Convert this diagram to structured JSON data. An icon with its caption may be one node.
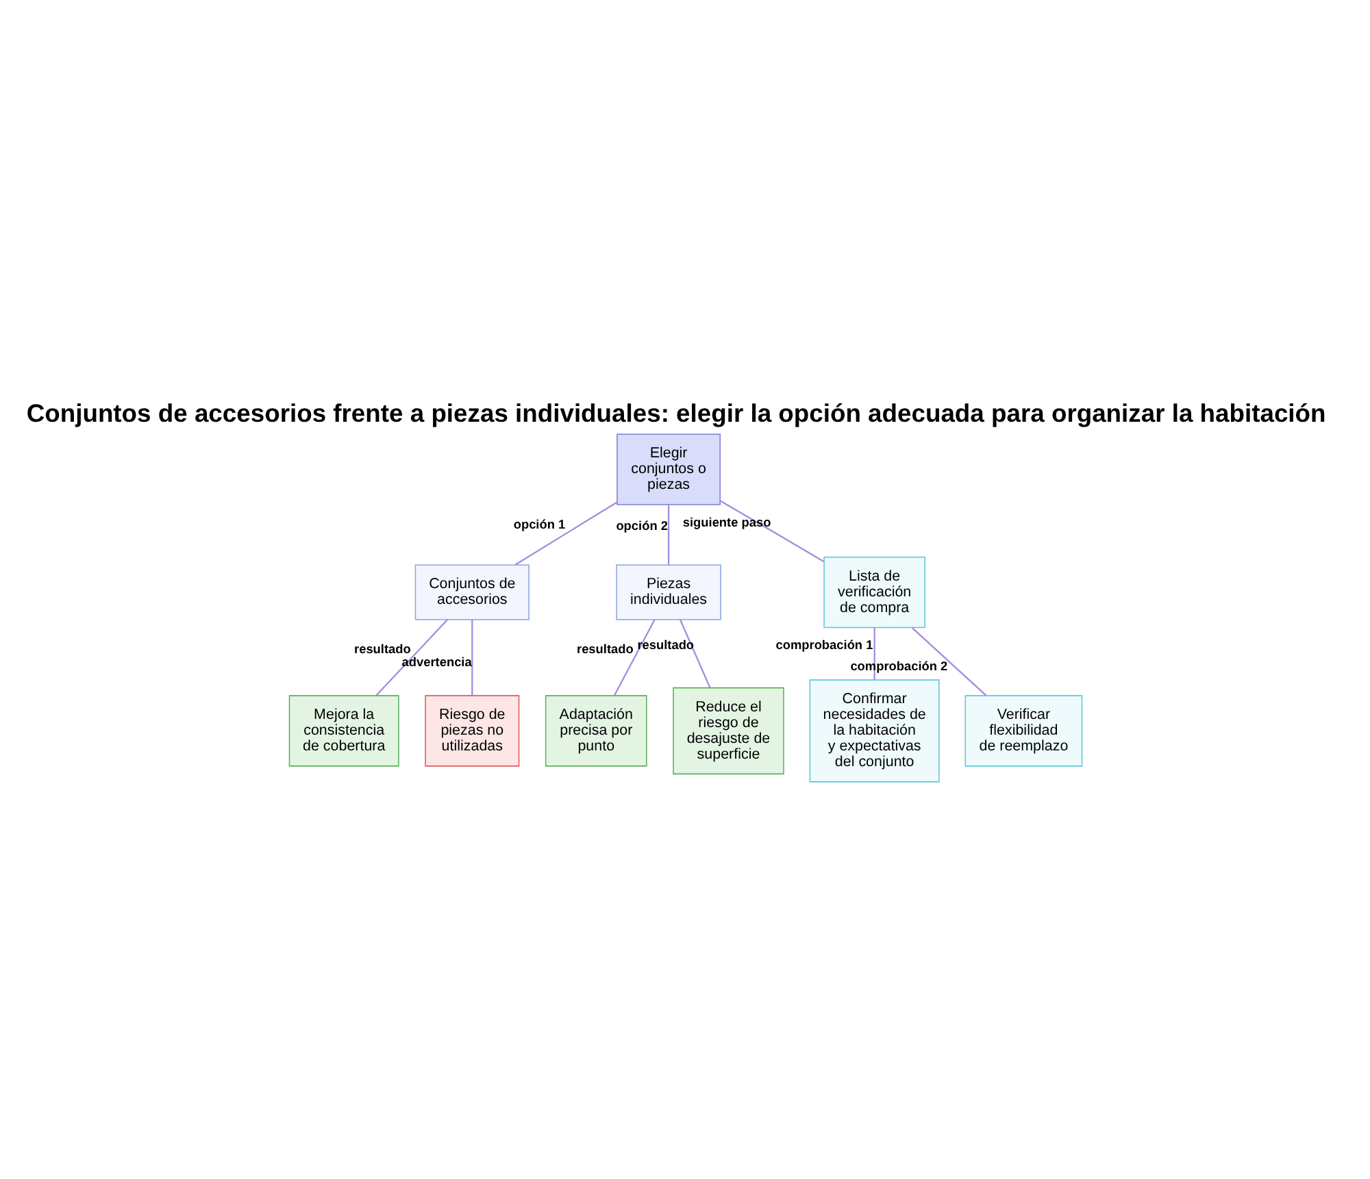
{
  "diagram": {
    "title": "Conjuntos de accesorios frente a piezas individuales: elegir la opción adecuada para organizar la habitación",
    "nodes": [
      {
        "text": [
          "Elegir conjuntos o piezas"
        ]
      },
      {
        "text": [
          "Conjuntos de accesorios"
        ]
      },
      {
        "text": [
          "Piezas individuales"
        ]
      },
      {
        "text": [
          "Lista de verificación de compra"
        ]
      },
      {
        "text": [
          "Mejora la consistencia de cobertura"
        ]
      },
      {
        "text": [
          "Riesgo de piezas no utilizadas"
        ]
      },
      {
        "text": [
          "Adaptación precisa por punto"
        ]
      },
      {
        "text": [
          "Reduce el riesgo de desajuste de superficie"
        ]
      },
      {
        "text": [
          "Confirmar necesidades de la habitación y expectativas del conjunto"
        ]
      },
      {
        "text": [
          "Verificar flexibilidad de reemplazo"
        ]
      }
    ],
    "edges": [
      {
        "from": 0,
        "to": 1,
        "arrow": "none",
        "label": "opción 1"
      },
      {
        "from": 0,
        "to": 2,
        "arrow": "none",
        "label": "opción 2"
      },
      {
        "from": 0,
        "to": 3,
        "arrow": "none",
        "label": "siguiente paso"
      },
      {
        "from": 1,
        "to": 4,
        "arrow": "none",
        "label": "resultado"
      },
      {
        "from": 1,
        "to": 5,
        "arrow": "none",
        "label": "advertencia"
      },
      {
        "from": 2,
        "to": 6,
        "arrow": "none",
        "label": "resultado"
      },
      {
        "from": 2,
        "to": 7,
        "arrow": "none",
        "label": "resultado"
      },
      {
        "from": 3,
        "to": 8,
        "arrow": "none",
        "label": "comprobación 1"
      },
      {
        "from": 3,
        "to": 9,
        "arrow": "none",
        "label": "comprobación 2"
      }
    ]
  }
}
